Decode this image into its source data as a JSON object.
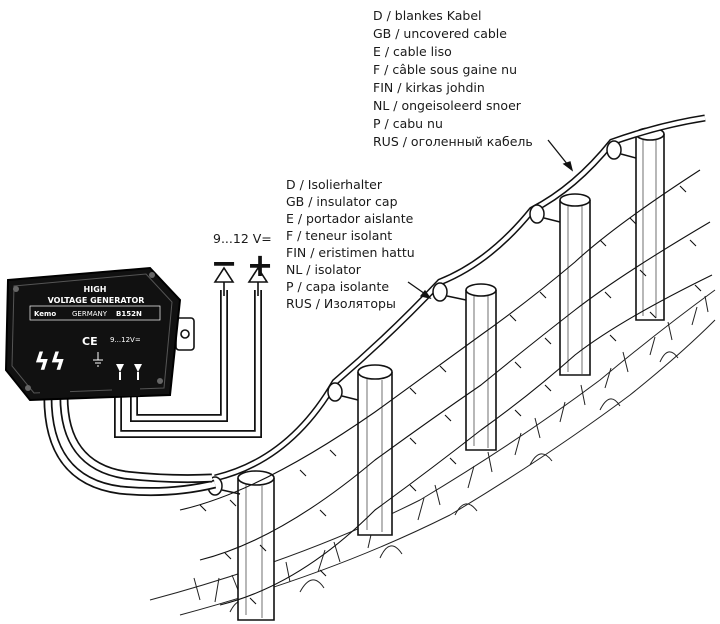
{
  "uncovered_cable_labels": [
    "D / blankes Kabel",
    "GB / uncovered cable",
    "E / cable liso",
    "F / câble sous gaine nu",
    "FIN / kirkas johdin",
    "NL / ongeisoleerd snoer",
    "P / cabu nu",
    "RUS / оголенный кабель"
  ],
  "insulator_labels": [
    "D / Isolierhalter",
    "GB / insulator cap",
    "E / portador aislante",
    "F / teneur isolant",
    "FIN / eristimen hattu",
    "NL / isolator",
    "P / capa isolante",
    "RUS / Изоляторы"
  ],
  "supply": {
    "voltage": "9...12 V=",
    "minus": "−",
    "plus": "+"
  },
  "generator": {
    "title_line1": "HIGH",
    "title_line2": "VOLTAGE GENERATOR",
    "brand": "Kemo",
    "origin": "GERMANY",
    "model": "B152N",
    "ce_mark": "CE",
    "voltage_mark": "9...12V=",
    "warning_symbol": "ϟϟ"
  }
}
